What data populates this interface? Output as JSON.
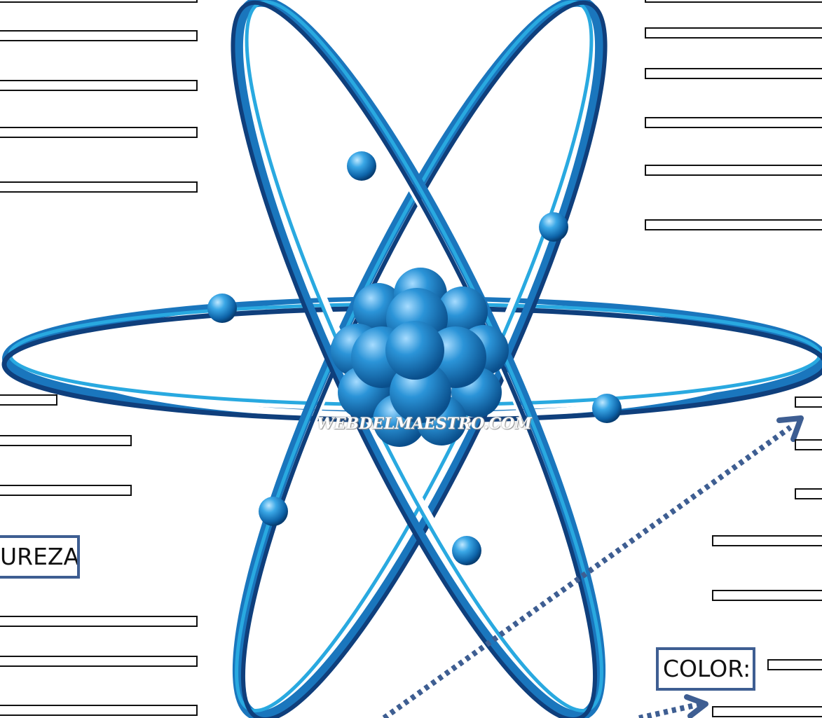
{
  "labels": {
    "dureza": "UREZA:",
    "color": "COLOR:"
  },
  "watermark": "WEBDELMAESTRO.COM",
  "colors": {
    "orbit_light": "#29a9e0",
    "orbit_dark": "#0f3f7c",
    "nucleus": "#1e88d0",
    "label_border": "#3e5e92",
    "arrow": "#3e5e92"
  },
  "icons": [
    "atom-diagram",
    "dotted-arrow-icon"
  ]
}
